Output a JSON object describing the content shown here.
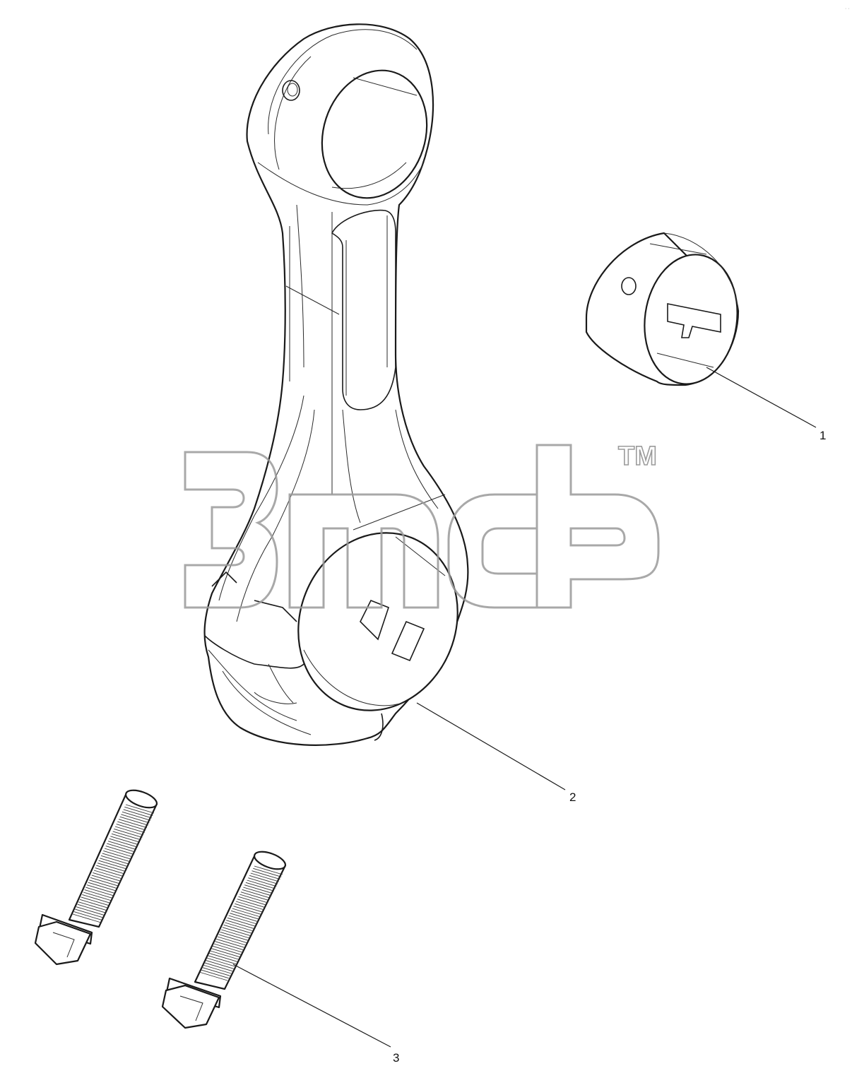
{
  "callouts": [
    {
      "id": "1",
      "label": "1",
      "part": "bushing"
    },
    {
      "id": "2",
      "label": "2",
      "part": "connecting-rod"
    },
    {
      "id": "3",
      "label": "3",
      "part": "bolt"
    }
  ],
  "watermark": {
    "logo_text": "3mcp",
    "trademark": "TM"
  },
  "colors": {
    "line": "#1a1a1a",
    "watermark": "#9a9a9a",
    "background": "#ffffff"
  }
}
